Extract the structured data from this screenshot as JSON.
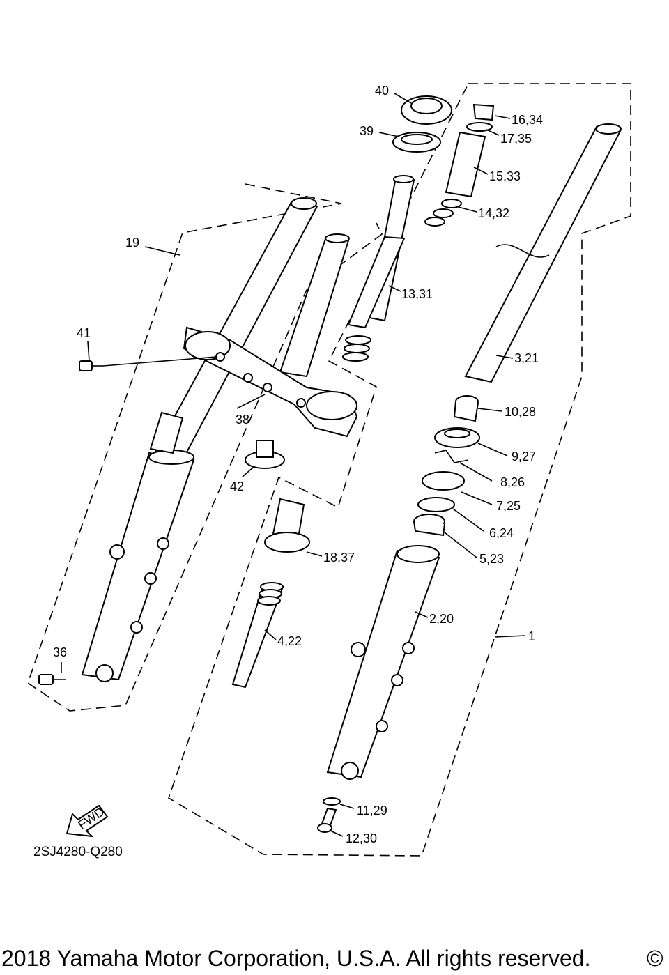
{
  "diagram": {
    "code": "2SJ4280-Q280",
    "fwd_label": "FWD",
    "copyright": "2018 Yamaha Motor Corporation, U.S.A. All rights reserved.",
    "copyright_symbol": "©",
    "labels": [
      {
        "id": "40",
        "text": "40"
      },
      {
        "id": "39",
        "text": "39"
      },
      {
        "id": "16_34",
        "text": "16,34"
      },
      {
        "id": "17_35",
        "text": "17,35"
      },
      {
        "id": "15_33",
        "text": "15,33"
      },
      {
        "id": "14_32",
        "text": "14,32"
      },
      {
        "id": "19",
        "text": "19"
      },
      {
        "id": "13_31",
        "text": "13,31"
      },
      {
        "id": "41",
        "text": "41"
      },
      {
        "id": "3_21",
        "text": "3,21"
      },
      {
        "id": "10_28",
        "text": "10,28"
      },
      {
        "id": "38",
        "text": "38"
      },
      {
        "id": "9_27",
        "text": "9,27"
      },
      {
        "id": "8_26",
        "text": "8,26"
      },
      {
        "id": "42",
        "text": "42"
      },
      {
        "id": "7_25",
        "text": "7,25"
      },
      {
        "id": "6_24",
        "text": "6,24"
      },
      {
        "id": "18_37",
        "text": "18,37"
      },
      {
        "id": "5_23",
        "text": "5,23"
      },
      {
        "id": "2_20",
        "text": "2,20"
      },
      {
        "id": "4_22",
        "text": "4,22"
      },
      {
        "id": "1",
        "text": "1"
      },
      {
        "id": "36",
        "text": "36"
      },
      {
        "id": "11_29",
        "text": "11,29"
      },
      {
        "id": "12_30",
        "text": "12,30"
      }
    ]
  }
}
